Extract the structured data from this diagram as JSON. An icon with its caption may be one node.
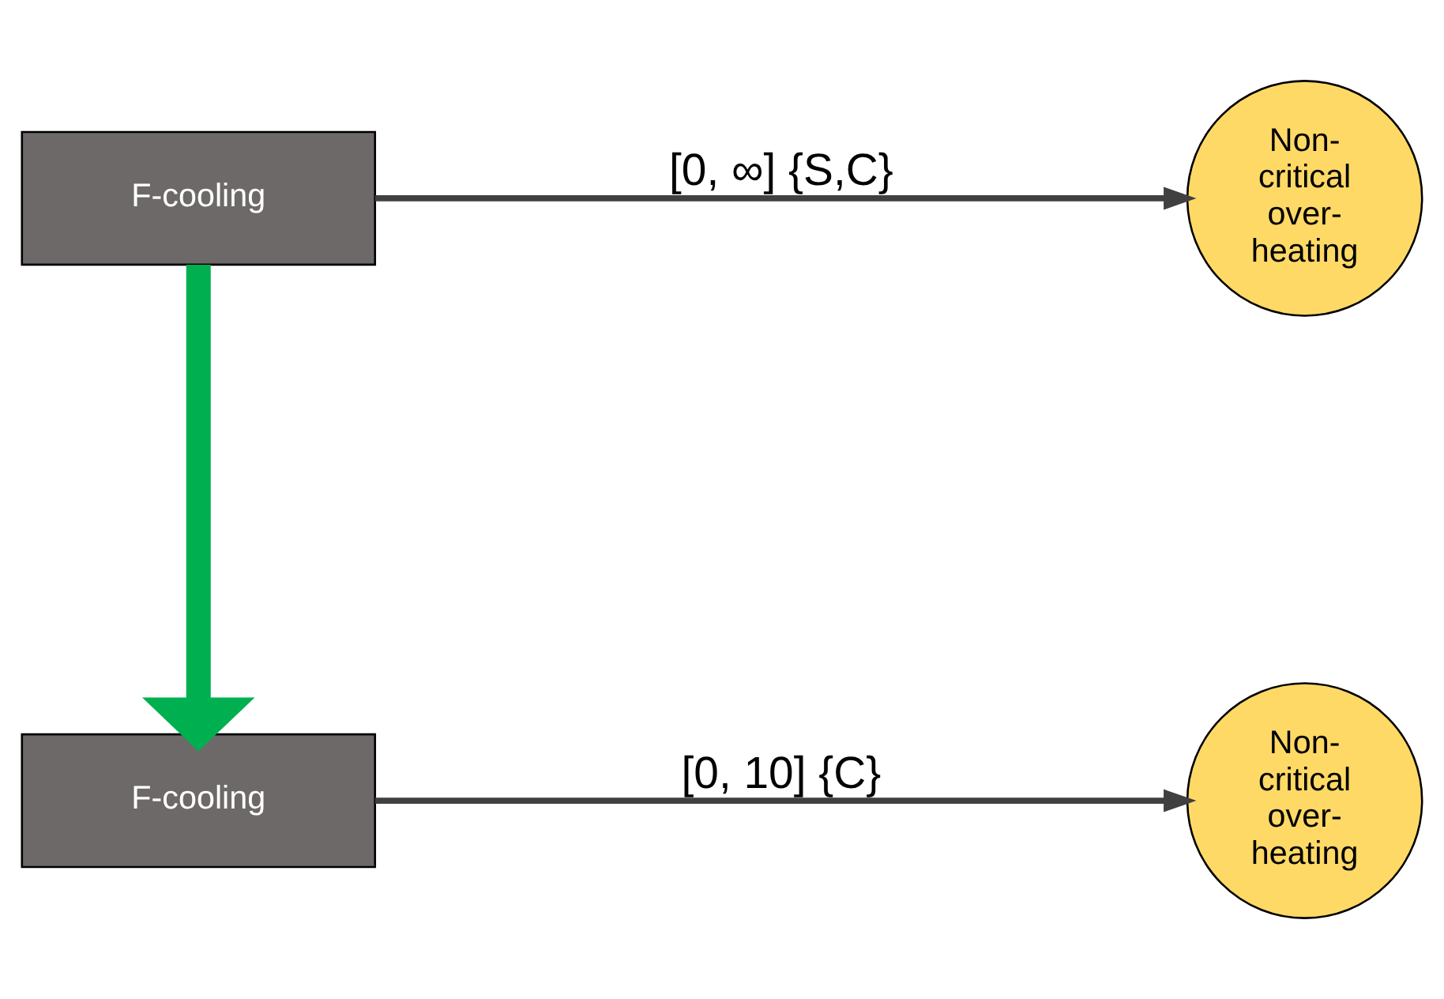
{
  "diagram": {
    "nodes": [
      {
        "text": [
          "F-cooling"
        ]
      },
      {
        "text": [
          "Non- critical over- heating"
        ]
      },
      {
        "text": [
          "F-cooling"
        ]
      },
      {
        "text": [
          "Non- critical over- heating"
        ]
      }
    ],
    "edges": [
      {
        "from": 0,
        "to": 1,
        "arrow": "to",
        "label": "[0, ∞] {S,C}"
      },
      {
        "from": 0,
        "to": 2,
        "arrow": "to",
        "style": "thick",
        "color": "#00b050"
      },
      {
        "from": 2,
        "to": 3,
        "arrow": "to",
        "label": "[0, 10] {C}"
      }
    ]
  }
}
